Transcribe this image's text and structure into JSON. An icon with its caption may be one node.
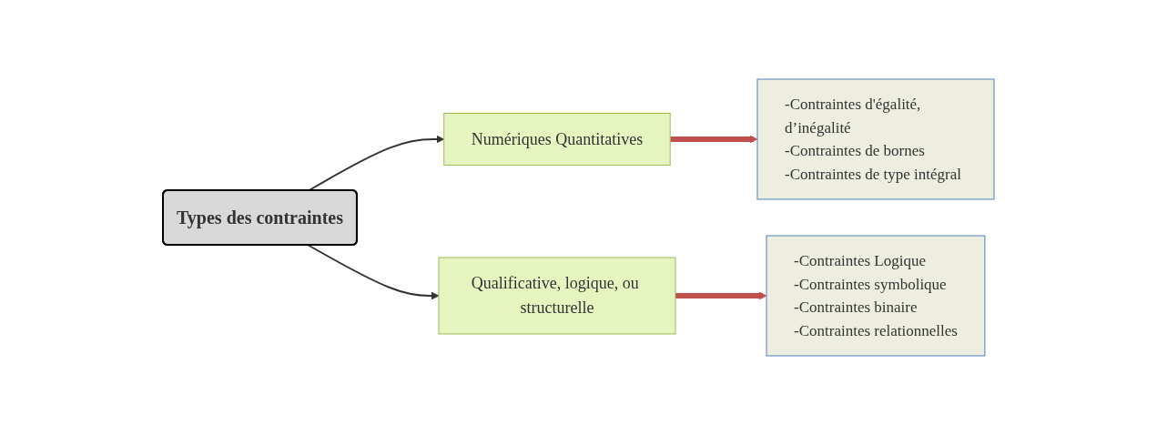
{
  "diagram": {
    "nodes": [
      {
        "text": [
          "Types des contraintes"
        ]
      },
      {
        "text": [
          "Numériques Quantitatives"
        ]
      },
      {
        "text": [
          "Qualificative, logique, ou structurelle"
        ]
      },
      {
        "text": [
          "-Contraintes d'égalité, d’inégalité",
          "-Contraintes de bornes",
          "-Contraintes de type intégral"
        ]
      },
      {
        "text": [
          "-Contraintes Logique",
          "-Contraintes symbolique",
          "-Contraintes binaire",
          "-Contraintes relationnelles"
        ]
      }
    ],
    "edges": [
      {
        "from": 0,
        "to": 1,
        "arrow": "to"
      },
      {
        "from": 0,
        "to": 2,
        "arrow": "to"
      },
      {
        "from": 1,
        "to": 3,
        "arrow": "to",
        "style": "thick",
        "color": "#c0504d"
      },
      {
        "from": 2,
        "to": 4,
        "arrow": "to",
        "style": "thick",
        "color": "#c0504d"
      }
    ]
  }
}
